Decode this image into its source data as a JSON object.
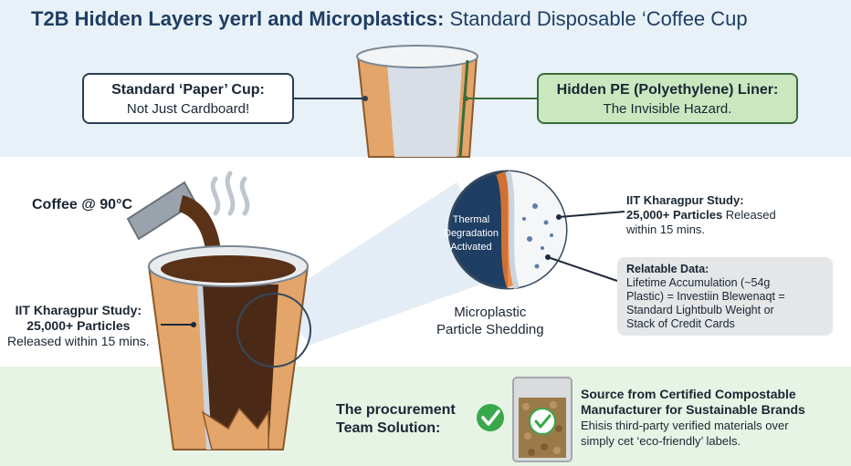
{
  "title": {
    "main": "T2B Hidden Layers yerrl and Microplastics:",
    "sub": "Standard Disposable ‘Coffee Cup"
  },
  "callouts": {
    "paper_cup": {
      "heading": "Standard ‘Paper’ Cup:",
      "text": "Not Just Cardboard!"
    },
    "pe_liner": {
      "heading": "Hidden PE (Polyethylene) Liner:",
      "text": "The Invisible Hazard."
    }
  },
  "pour": {
    "temperature_label": "Coffee @ 90°C"
  },
  "left_study": {
    "heading": "IIT Kharagpur Study:",
    "count": "25,000+ Particles",
    "detail": "Released within 15 mins."
  },
  "zoom": {
    "line1": "Thermal",
    "line2": "Degradation",
    "line3": "Activated",
    "caption_line1": "Microplastic",
    "caption_line2": "Particle Shedding"
  },
  "right_study": {
    "heading": "IIT Kharagpur Study:",
    "count": "25,000+ Particles",
    "count_suffix": " Released",
    "detail": "within 15 mins."
  },
  "relatable": {
    "heading": "Relatable Data:",
    "line1": "Lifetime Accumulation (~54g",
    "line2": "Plastic) = Investiin Blewenaqt =",
    "line3": "Standard Lightbulb Weight or",
    "line4": "Stack of Credit Cards"
  },
  "solution": {
    "title_line1": "The procurement",
    "title_line2": "Team Solution:",
    "heading_line1": "Source from Certified Compostable",
    "heading_line2": "Manufacturer for Sustainable Brands",
    "text_line1": "Ehisis third-party verified materials over",
    "text_line2": "simply cet ‘eco-friendly’ labels."
  },
  "colors": {
    "top_band": "#e8f1f8",
    "bottom_band": "#e7f3e4",
    "cup_outer": "#e3a56a",
    "liner": "#c9d4de",
    "coffee": "#4a2a17",
    "liner_box": "#c9e8c0",
    "check": "#38a84a"
  }
}
